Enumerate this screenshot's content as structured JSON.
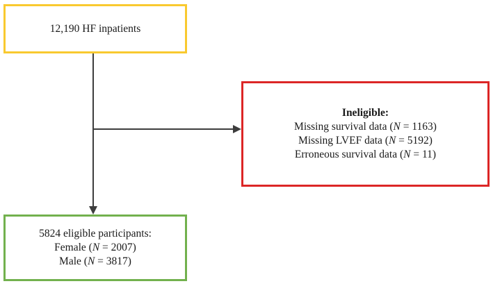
{
  "diagram": {
    "type": "participant-flow-chart",
    "colors": {
      "cohort_border": "#f9c92f",
      "exclusion_border": "#dc2626",
      "eligible_border": "#72b14e",
      "connector": "#3d3d3d",
      "text": "#1a1a1a"
    },
    "cohort_box": {
      "label": "12,190 HF inpatients",
      "count": 12190
    },
    "exclusion_box": {
      "heading": "Ineligible:",
      "reasons": [
        {
          "text_before": "Missing survival data (",
          "n_symbol": "N",
          "text_after": " = 1163)",
          "label": "Missing survival data",
          "n": 1163
        },
        {
          "text_before": "Missing LVEF data (",
          "n_symbol": "N",
          "text_after": " = 5192)",
          "label": "Missing LVEF data",
          "n": 5192
        },
        {
          "text_before": "Erroneous survival data (",
          "n_symbol": "N",
          "text_after": " = 11)",
          "label": "Erroneous survival data",
          "n": 11
        }
      ]
    },
    "eligible_box": {
      "heading": "5824 eligible participants:",
      "total": 5824,
      "groups": [
        {
          "text_before": "Female (",
          "n_symbol": "N",
          "text_after": " = 2007)",
          "label": "Female",
          "n": 2007
        },
        {
          "text_before": "Male (",
          "n_symbol": "N",
          "text_after": " = 3817)",
          "label": "Male",
          "n": 3817
        }
      ]
    },
    "connectors": [
      {
        "name": "cohort-to-eligible",
        "direction": "down"
      },
      {
        "name": "cohort-to-exclusion",
        "direction": "right"
      }
    ]
  }
}
